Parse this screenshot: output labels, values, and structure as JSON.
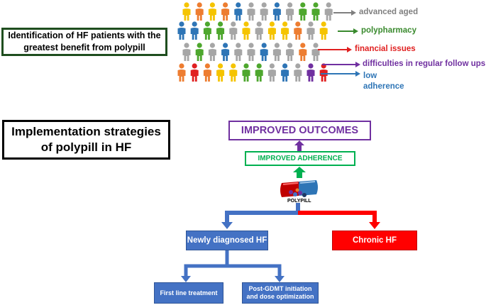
{
  "identification_box": {
    "text": "Identification of HF patients with the greatest benefit from polypill"
  },
  "implementation_box": {
    "text": "Implementation strategies of polypill in HF"
  },
  "barriers": [
    {
      "label": "advanced aged",
      "color": "#7f7f7f"
    },
    {
      "label": "polypharmacy",
      "color": "#3a8a2e"
    },
    {
      "label": "financial issues",
      "color": "#e02020"
    },
    {
      "label": "difficulties in regular follow ups",
      "color": "#7030a0"
    },
    {
      "label": "low adherence",
      "label_line1": "low",
      "label_line2": "adherence",
      "color": "#2e75b6"
    }
  ],
  "people_colors": {
    "gray": "#a6a6a6",
    "yellow": "#f5c400",
    "orange": "#ed7d31",
    "blue": "#2e75b6",
    "green": "#4ea72e",
    "red": "#e02020",
    "purple": "#7030a0"
  },
  "people_rows": [
    [
      "yellow",
      "orange",
      "yellow",
      "orange",
      "blue",
      "gray",
      "gray",
      "blue",
      "gray",
      "green",
      "green",
      "gray"
    ],
    [
      "blue",
      "blue",
      "green",
      "green",
      "gray",
      "yellow",
      "gray",
      "yellow",
      "yellow",
      "orange",
      "gray",
      "yellow"
    ],
    [
      "gray",
      "green",
      "gray",
      "blue",
      "gray",
      "gray",
      "blue",
      "gray",
      "gray",
      "orange",
      "gray"
    ],
    [
      "orange",
      "red",
      "orange",
      "yellow",
      "yellow",
      "green",
      "green",
      "gray",
      "blue",
      "gray",
      "purple",
      "red"
    ]
  ],
  "outcomes": {
    "improved_outcomes": "IMPROVED OUTCOMES",
    "improved_adherence": "IMPROVED ADHERENCE",
    "polypill_label": "POLYPILL",
    "purple": "#7030a0",
    "green": "#00b050"
  },
  "branches": {
    "newly_diagnosed": "Newly diagnosed HF",
    "chronic": "Chronic HF",
    "first_line": "First line treatment",
    "post_gdmt": "Post-GDMT initiation and dose optimization",
    "blue": "#4472c4",
    "red": "#ff0000"
  }
}
